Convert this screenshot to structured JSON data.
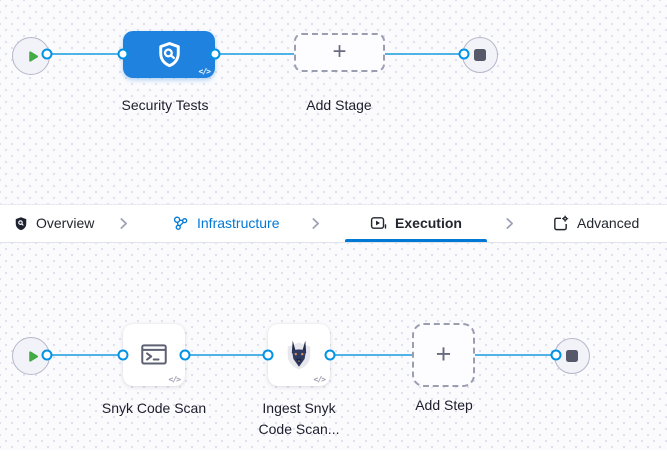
{
  "canvas_top": {
    "stage": {
      "label": "Security Tests",
      "icon": "shield-search",
      "code_badge": "</>"
    },
    "add_stage": {
      "label": "Add Stage",
      "plus": "+"
    }
  },
  "tab_bar": {
    "tabs": [
      {
        "label": "Overview",
        "icon": "shield-icon",
        "state": "default"
      },
      {
        "label": "Infrastructure",
        "icon": "infrastructure-icon",
        "state": "highlighted"
      },
      {
        "label": "Execution",
        "icon": "execution-icon",
        "state": "selected"
      },
      {
        "label": "Advanced",
        "icon": "advanced-icon",
        "state": "default"
      }
    ]
  },
  "canvas_bottom": {
    "steps": [
      {
        "label": "Snyk Code Scan",
        "icon": "terminal-icon",
        "code_badge": "</>"
      },
      {
        "label": "Ingest Snyk Code Scan...",
        "icon": "snyk-dog-icon",
        "code_badge": "</>"
      }
    ],
    "add_step": {
      "label": "Add Step",
      "plus": "+"
    }
  },
  "colors": {
    "accent_blue": "#0278d5",
    "stage_node_blue": "#1f82de",
    "connector_blue": "#4fb3e8",
    "port_ring_blue": "#0092e4",
    "play_green": "#42ab45",
    "canvas_bg": "#fbfbfe"
  }
}
